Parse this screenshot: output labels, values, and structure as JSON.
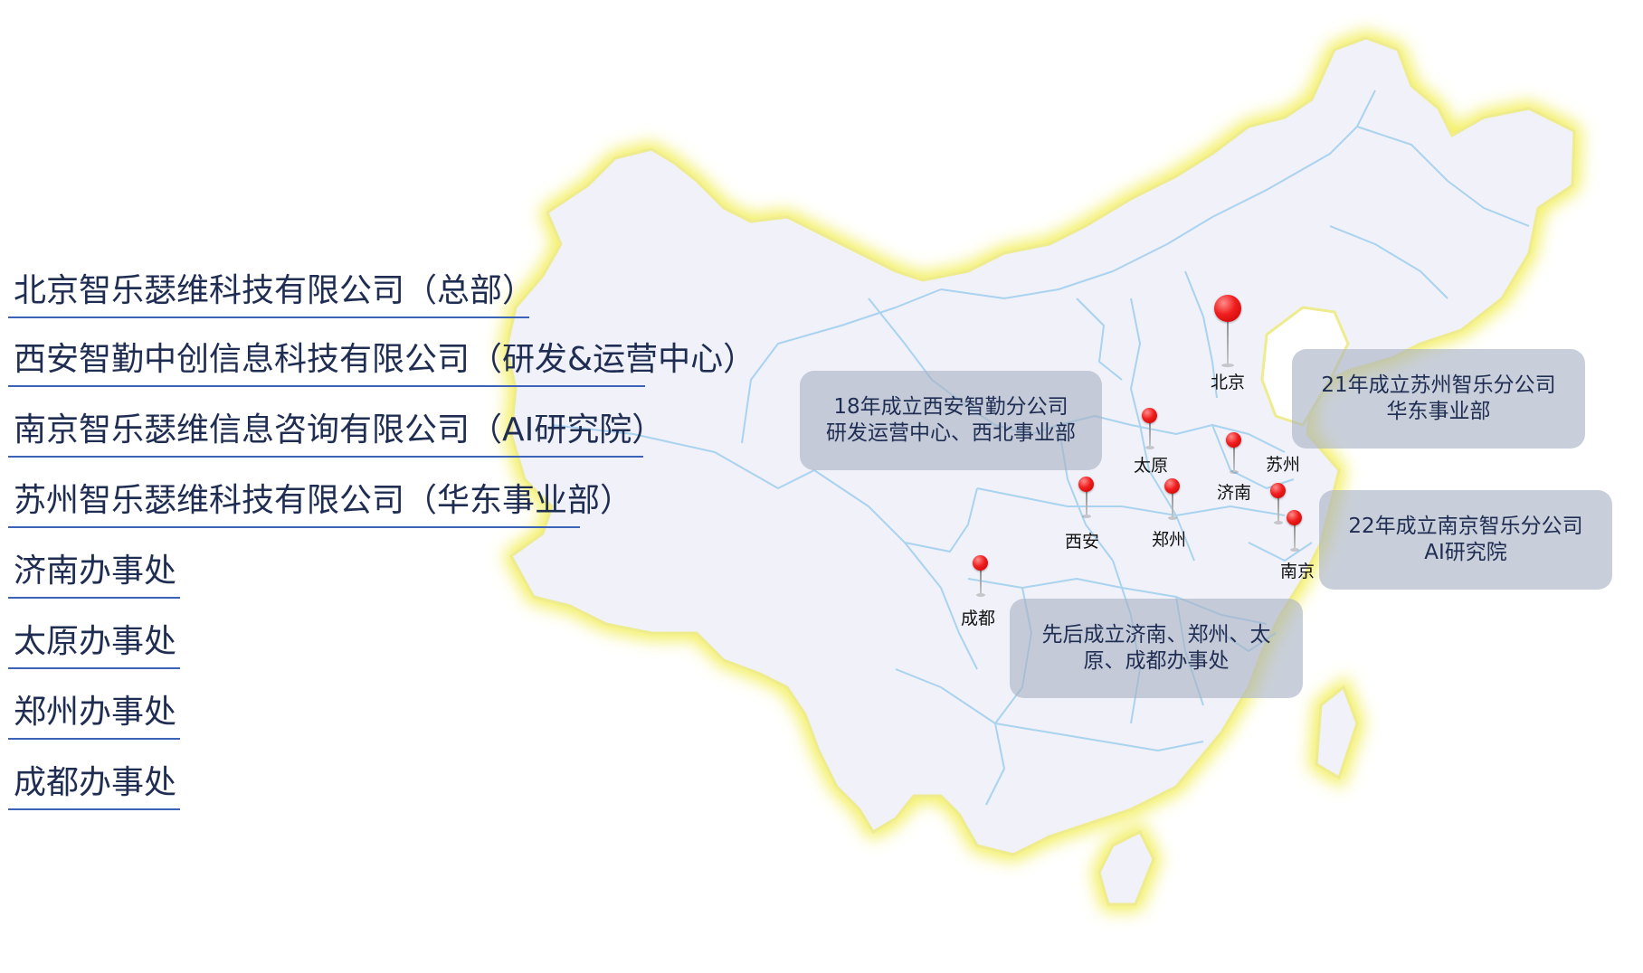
{
  "companies": [
    "北京智乐瑟维科技有限公司（总部）",
    "西安智勤中创信息科技有限公司（研发&运营中心）",
    "南京智乐瑟维信息咨询有限公司（AI研究院）",
    "苏州智乐瑟维科技有限公司（华东事业部）",
    "济南办事处",
    "太原办事处",
    "郑州办事处",
    "成都办事处"
  ],
  "cities": {
    "beijing": "北京",
    "taiyuan": "太原",
    "jinan": "济南",
    "suzhou": "苏州",
    "xian": "西安",
    "zhengzhou": "郑州",
    "nanjing": "南京",
    "chengdu": "成都"
  },
  "info_boxes": {
    "xian": [
      "18年成立西安智勤分公司",
      "研发运营中心、西北事业部"
    ],
    "suzhou": [
      "21年成立苏州智乐分公司",
      "华东事业部"
    ],
    "nanjing": [
      "22年成立南京智乐分公司",
      "AI研究院"
    ],
    "offices": [
      "先后成立济南、郑州、太",
      "原、成都办事处"
    ]
  },
  "colors": {
    "map_fill": "#f1f1f9",
    "map_glow": "#f6f37a",
    "province_lines": "#a9d3ee",
    "company_text": "#1f2d52",
    "underline": "#3d63b8",
    "pin": "#e8181a",
    "info_box": "#a8b2c4"
  },
  "icons": {
    "city_marker": "map-pin-icon"
  }
}
